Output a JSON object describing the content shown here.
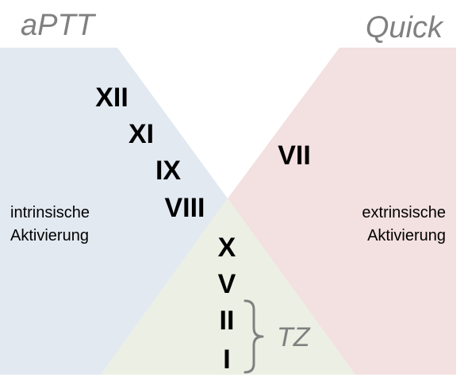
{
  "titles": {
    "left": "aPTT",
    "right": "Quick"
  },
  "factors": {
    "intrinsic": [
      "XII",
      "XI",
      "IX",
      "VIII"
    ],
    "extrinsic": [
      "VII"
    ],
    "common": [
      "X",
      "V",
      "II",
      "I"
    ]
  },
  "labels": {
    "intrinsic_line1": "intrinsische",
    "intrinsic_line2": "Aktivierung",
    "extrinsic_line1": "extrinsische",
    "extrinsic_line2": "Aktivierung",
    "tz": "TZ"
  },
  "colors": {
    "intrinsic_region": "#e2e9f1",
    "extrinsic_region": "#f3e0e0",
    "common_region": "#ecefe3",
    "title_gray": "#808080",
    "brace_gray": "#808080",
    "text": "#000000"
  }
}
